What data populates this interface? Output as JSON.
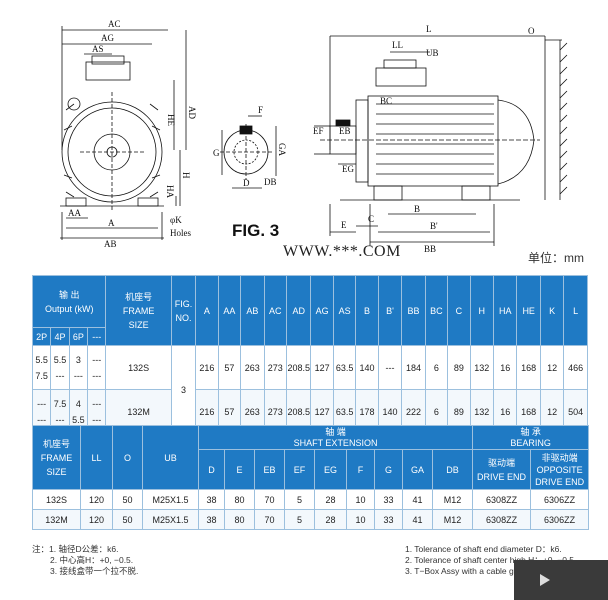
{
  "drawing": {
    "fig_label": "FIG. 3",
    "front_view": [
      "AC",
      "AG",
      "AS",
      "AD",
      "HE",
      "H",
      "HA",
      "AA",
      "A",
      "AB",
      "φK",
      "Holes"
    ],
    "shaft_section": [
      "F",
      "G",
      "GA",
      "D",
      "DB"
    ],
    "side_view": [
      "L",
      "O",
      "LL",
      "UB",
      "BC",
      "EF",
      "EB",
      "EG",
      "E",
      "C",
      "B",
      "B'",
      "BB"
    ]
  },
  "watermark": "WWW.***.COM",
  "unit_label": "单位：mm",
  "table1": {
    "headers": {
      "output_cn": "输 出",
      "output_en": "Output (kW)",
      "frame_cn": "机座号",
      "frame_en": "FRAME",
      "size": "SIZE",
      "fig": "FIG.",
      "no": "NO.",
      "poles": [
        "2P",
        "4P",
        "6P",
        "---"
      ],
      "dims": [
        "A",
        "AA",
        "AB",
        "AC",
        "AD",
        "AG",
        "AS",
        "B",
        "B'",
        "BB",
        "BC",
        "C",
        "H",
        "HA",
        "HE",
        "K",
        "L"
      ]
    },
    "fig_no": "3",
    "rows": [
      {
        "p2": [
          "5.5",
          "7.5"
        ],
        "p4": [
          "5.5",
          "---"
        ],
        "p6": [
          "3",
          "---"
        ],
        "px": [
          "---",
          "---"
        ],
        "frame": "132S",
        "values": [
          "216",
          "57",
          "263",
          "273",
          "208.5",
          "127",
          "63.5",
          "140",
          "---",
          "184",
          "6",
          "89",
          "132",
          "16",
          "168",
          "12",
          "466"
        ]
      },
      {
        "p2": [
          "---",
          "---"
        ],
        "p4": [
          "7.5",
          "---"
        ],
        "p6": [
          "4",
          "5.5"
        ],
        "px": [
          "---",
          "---"
        ],
        "frame": "132M",
        "values": [
          "216",
          "57",
          "263",
          "273",
          "208.5",
          "127",
          "63.5",
          "178",
          "140",
          "222",
          "6",
          "89",
          "132",
          "16",
          "168",
          "12",
          "504"
        ]
      }
    ]
  },
  "table2": {
    "headers": {
      "frame_cn": "机座号",
      "frame_en": "FRAME",
      "size": "SIZE",
      "ll": "LL",
      "o": "O",
      "ub": "UB",
      "shaft_cn": "轴 端",
      "shaft_en": "SHAFT EXTENSION",
      "bearing_cn": "轴 承",
      "bearing_en": "BEARING",
      "shaft_cols": [
        "D",
        "E",
        "EB",
        "EF",
        "EG",
        "F",
        "G",
        "GA",
        "DB"
      ],
      "drive_cn": "驱动端",
      "drive_en": "DRIVE END",
      "opp_cn": "非驱动端",
      "opp_en1": "OPPOSITE",
      "opp_en2": "DRIVE END"
    },
    "rows": [
      {
        "frame": "132S",
        "ll": "120",
        "o": "50",
        "ub": "M25X1.5",
        "shaft": [
          "38",
          "80",
          "70",
          "5",
          "28",
          "10",
          "33",
          "41",
          "M12"
        ],
        "drive": "6308ZZ",
        "opp": "6306ZZ"
      },
      {
        "frame": "132M",
        "ll": "120",
        "o": "50",
        "ub": "M25X1.5",
        "shaft": [
          "38",
          "80",
          "70",
          "5",
          "28",
          "10",
          "33",
          "41",
          "M12"
        ],
        "drive": "6308ZZ",
        "opp": "6306ZZ"
      }
    ]
  },
  "notes_cn": [
    "注：1. 轴径D公差：k6.",
    "2. 中心高H：+0, −0.5.",
    "3. 接线盒带一个拉不脱."
  ],
  "notes_en": [
    "1. Tolerance of shaft end diameter D：k6.",
    "2. Tolerance of shaft center high H：+0, −0.5.",
    "3. T−Box Assy with a cable grand body."
  ]
}
